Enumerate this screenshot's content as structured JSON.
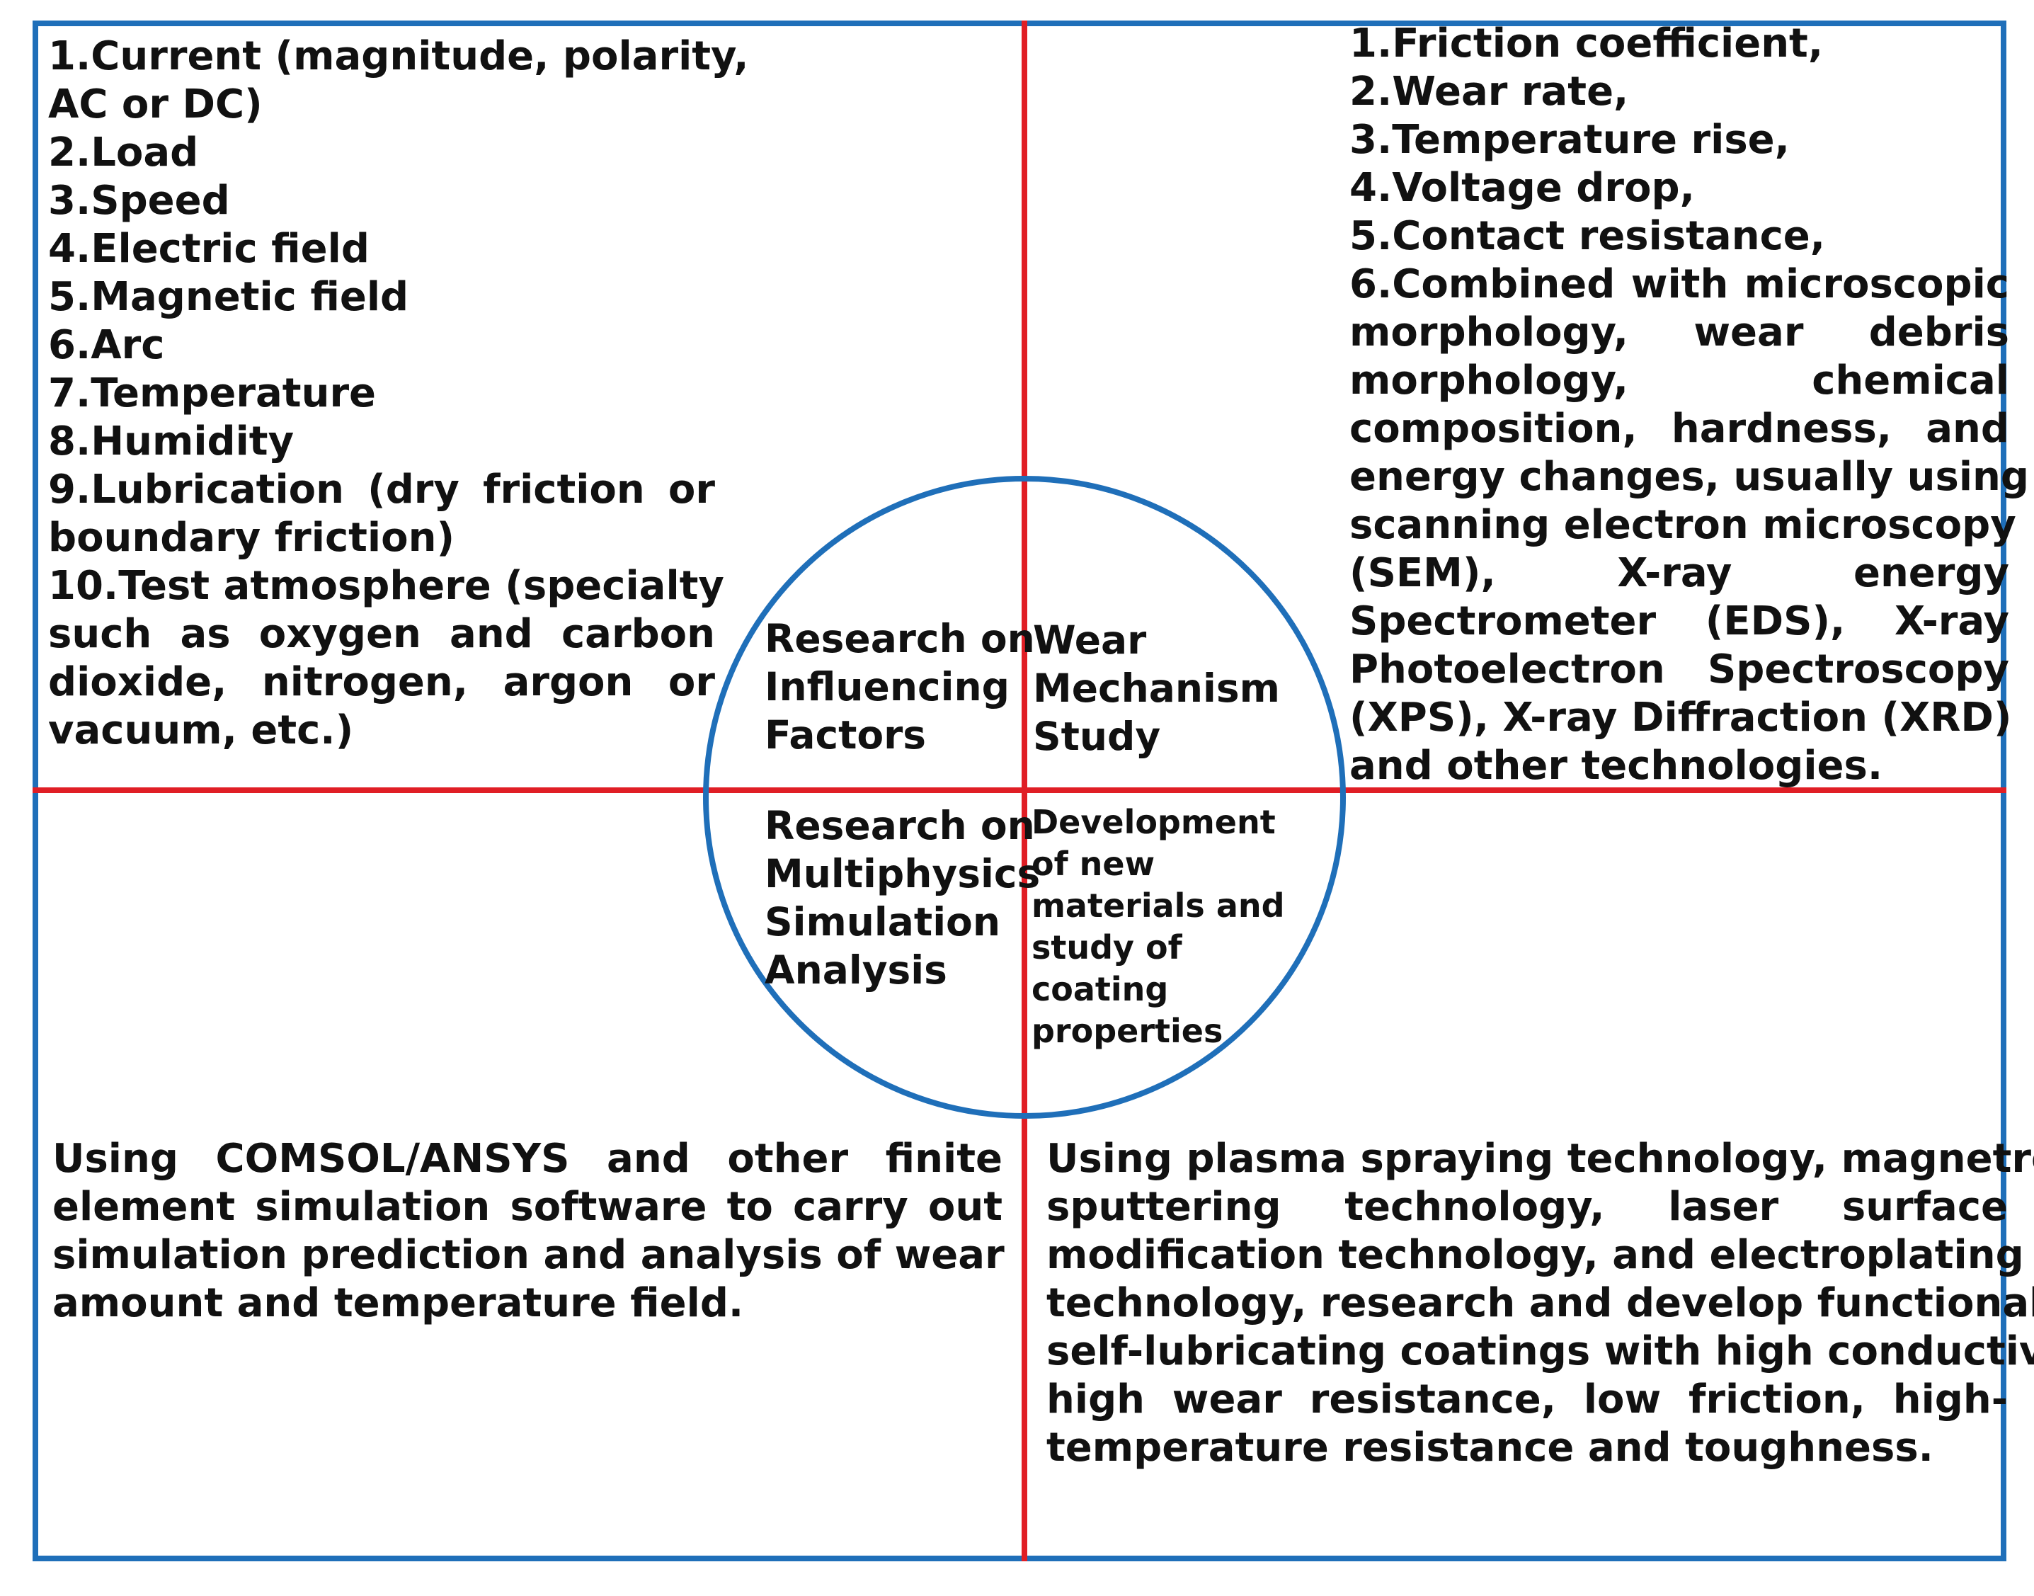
{
  "quadrants": {
    "top_left": {
      "title": "Research on Influencing Factors",
      "title_lines": [
        "Research on",
        "Influencing",
        "Factors"
      ],
      "items": [
        "1.Current (magnitude, polarity, AC or DC)",
        "2.Load",
        "3.Speed",
        "4.Electric field",
        "5.Magnetic field",
        "6.Arc",
        "7.Temperature",
        "8.Humidity",
        "9.Lubrication (dry friction or boundary friction)",
        "10.Test atmosphere (specialty such as oxygen and carbon dioxide, nitrogen, argon or vacuum, etc.)"
      ],
      "rendered_lines": [
        "1.Current (magnitude, polarity,",
        "AC or DC)",
        "2.Load",
        "3.Speed",
        "4.Electric field",
        "5.Magnetic field",
        "6.Arc",
        "7.Temperature",
        "8.Humidity",
        "9.Lubrication (dry friction or",
        "boundary friction)",
        "10.Test atmosphere (specialty",
        "such as oxygen and carbon",
        "dioxide, nitrogen, argon or",
        "vacuum, etc.)"
      ]
    },
    "top_right": {
      "title": "Wear Mechanism Study",
      "title_lines": [
        "Wear",
        "Mechanism",
        "Study"
      ],
      "items": [
        "1.Friction coefficient,",
        "2.Wear rate,",
        "3.Temperature rise,",
        "4.Voltage drop,",
        "5.Contact resistance,",
        "6.Combined with microscopic morphology, wear debris morphology, chemical composition, hardness, and energy changes, usually using scanning electron microscopy (SEM), X-ray energy Spectrometer (EDS), X-ray Photoelectron Spectroscopy (XPS), X-ray Diffraction (XRD) and other technologies."
      ],
      "rendered_lines": [
        "1.Friction coefficient,",
        "2.Wear rate,",
        "3.Temperature rise,",
        "4.Voltage drop,",
        "5.Contact resistance,",
        "6.Combined with microscopic",
        "morphology, wear debris",
        "morphology, chemical",
        "composition, hardness, and",
        "energy changes, usually using",
        "scanning electron microscopy",
        "(SEM), X-ray energy",
        "Spectrometer (EDS), X-ray",
        "Photoelectron Spectroscopy",
        "(XPS), X-ray Diffraction (XRD)",
        "and other technologies."
      ]
    },
    "bottom_left": {
      "title": "Research on Multiphysics Simulation Analysis",
      "title_lines": [
        "Research on",
        "Multiphysics",
        "Simulation",
        "Analysis"
      ],
      "text": "Using COMSOL/ANSYS and other finite element simulation software to carry out simulation prediction and analysis of wear amount and temperature field.",
      "rendered_lines": [
        "Using COMSOL/ANSYS and other finite",
        "element simulation software to carry out",
        "simulation prediction and analysis of wear",
        "amount and temperature field."
      ]
    },
    "bottom_right": {
      "title": "Development of new materials and study of coating properties",
      "title_lines": [
        "Development",
        "of new",
        "materials and",
        "study of",
        "coating",
        "properties"
      ],
      "text": "Using plasma spraying technology, magnetron sputtering technology, laser surface modification technology, and electroplating technology, research and develop functional self-lubricating coatings with high conductivity, high wear resistance, low friction, high-temperature resistance and toughness.",
      "rendered_lines": [
        "Using plasma spraying technology, magnetron",
        "sputtering technology, laser surface",
        "modification technology, and electroplating",
        "technology, research and develop functional",
        "self-lubricating coatings with high conductivity,",
        "high wear resistance, low friction, high-",
        "temperature resistance and toughness."
      ]
    }
  },
  "colors": {
    "frame": "#1f6fb9",
    "divider": "#e01e25",
    "circle": "#1f6fb9",
    "text": "#111111"
  }
}
